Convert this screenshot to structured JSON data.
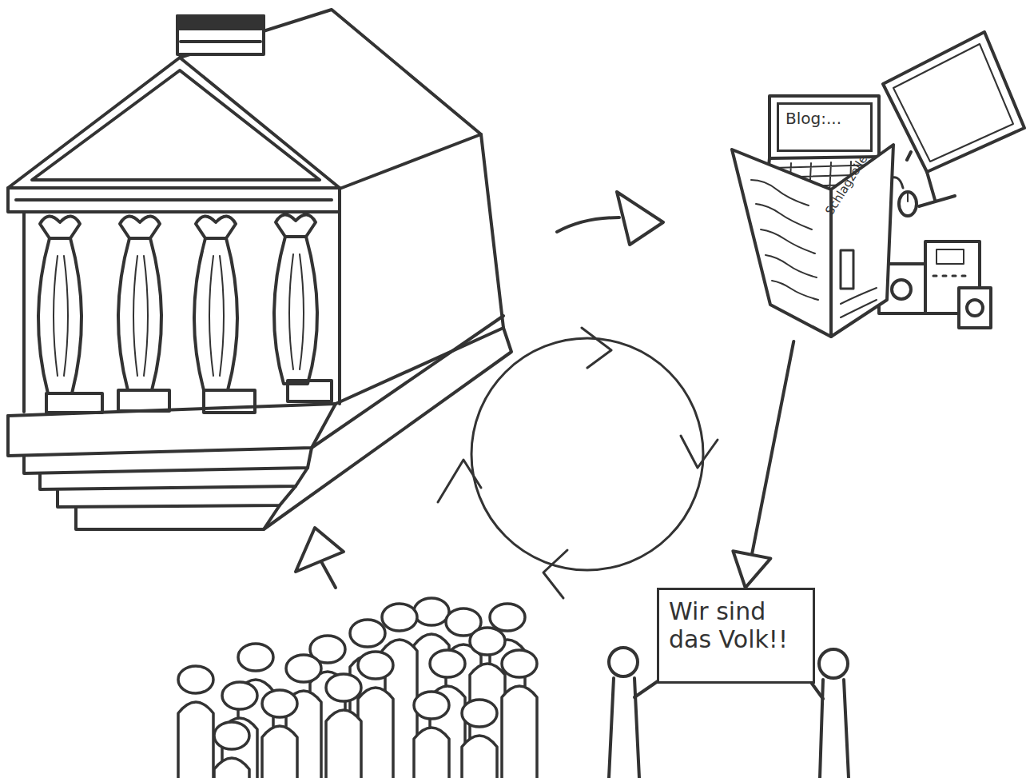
{
  "diagram": {
    "nodes": [
      {
        "text": [
          "Blog:..."
        ]
      },
      {
        "text": [
          "Schlagzeile"
        ]
      },
      {
        "text": [
          "Wir sind das Volk!!"
        ]
      }
    ],
    "edges": [
      {
        "from": 1,
        "to": 2,
        "arrow": "to"
      }
    ]
  }
}
